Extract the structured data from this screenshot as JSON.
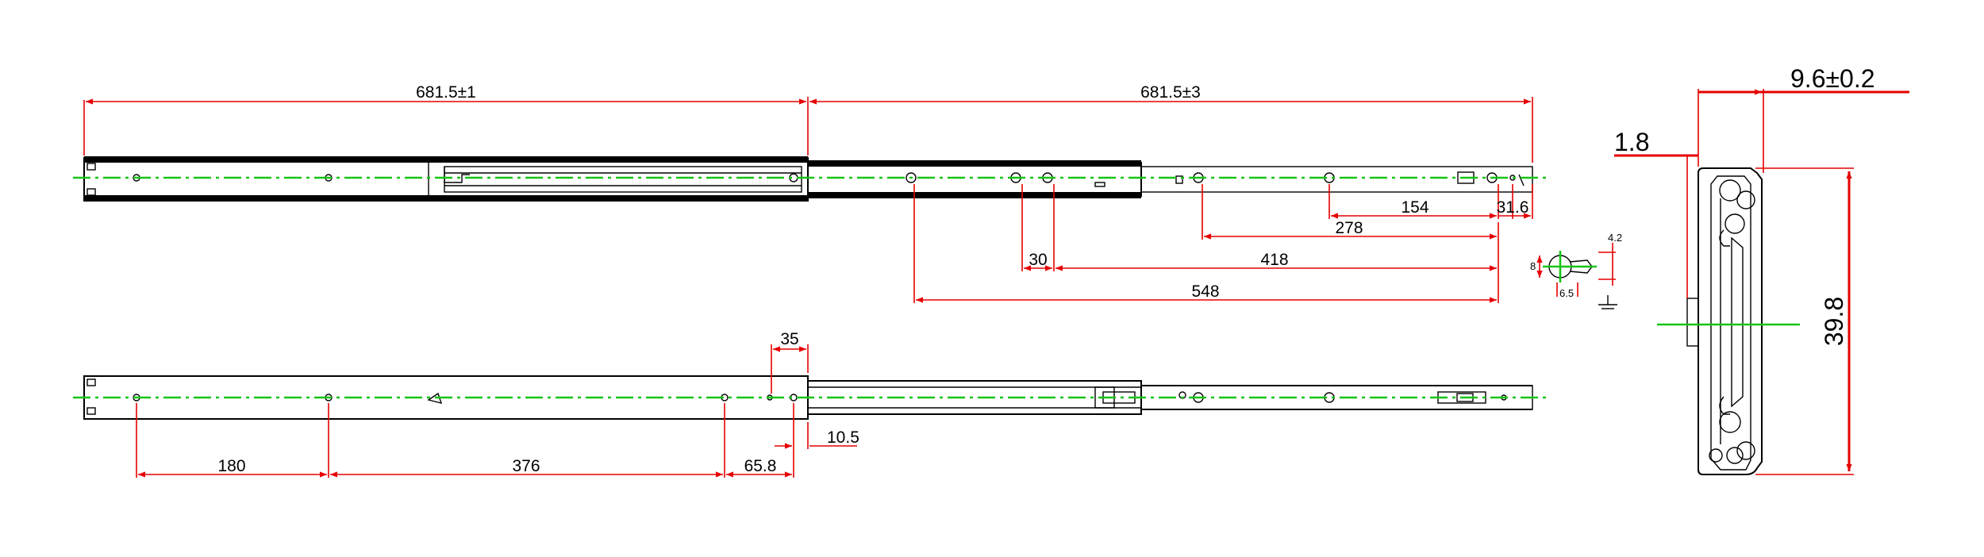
{
  "drawing": {
    "colors": {
      "dimension": "#e60000",
      "outline": "#000000",
      "centerline": "#16c416",
      "background": "#ffffff"
    },
    "top_view": {
      "overall_left": "681.5±1",
      "overall_right": "681.5±3",
      "dim_154": "154",
      "dim_31_6": "31.6",
      "dim_278": "278",
      "dim_30": "30",
      "dim_418": "418",
      "dim_548": "548"
    },
    "detail": {
      "dim_8": "8",
      "dim_6_5": "6.5",
      "dim_4_2": "4.2"
    },
    "bottom_view": {
      "dim_35": "35",
      "dim_10_5": "10.5",
      "dim_180": "180",
      "dim_376": "376",
      "dim_65_8": "65.8"
    },
    "section": {
      "width": "9.6±0.2",
      "offset": "1.8",
      "height": "39.8"
    }
  }
}
